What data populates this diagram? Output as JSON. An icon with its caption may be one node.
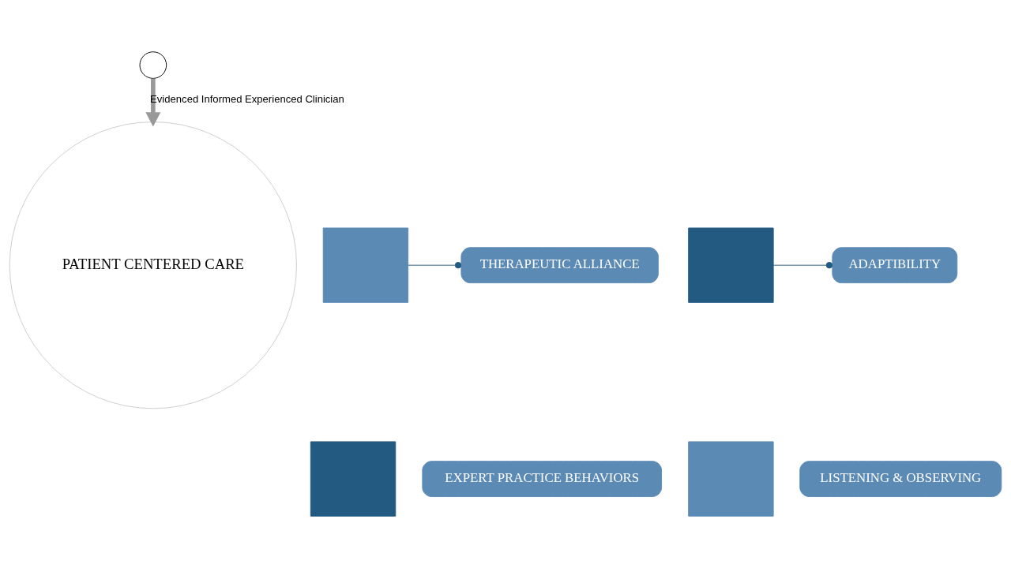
{
  "diagram": {
    "nodes": [
      {
        "text": [],
        "shape": "person"
      },
      {
        "text": [
          "PATIENT CENTERED CARE"
        ]
      },
      {
        "text": [],
        "shape": "box"
      },
      {
        "text": [],
        "shape": "box"
      },
      {
        "text": [],
        "shape": "box"
      },
      {
        "text": [],
        "shape": "box"
      },
      {
        "text": [
          "THERAPEUTIC ALLIANCE"
        ]
      },
      {
        "text": [
          "ADAPTIBILITY"
        ]
      },
      {
        "text": [
          "EXPERT PRACTICE BEHAVIORS"
        ]
      },
      {
        "text": [
          "LISTENING & OBSERVING"
        ]
      }
    ],
    "edges": [
      {
        "from": 0,
        "to": 1,
        "arrow": "to",
        "label": "Evidenced Informed Experienced Clinician",
        "style": "thick",
        "color": "#999999"
      },
      {
        "from": 2,
        "to": 6,
        "arrow": "other"
      },
      {
        "from": 3,
        "to": 7,
        "arrow": "other"
      }
    ]
  }
}
